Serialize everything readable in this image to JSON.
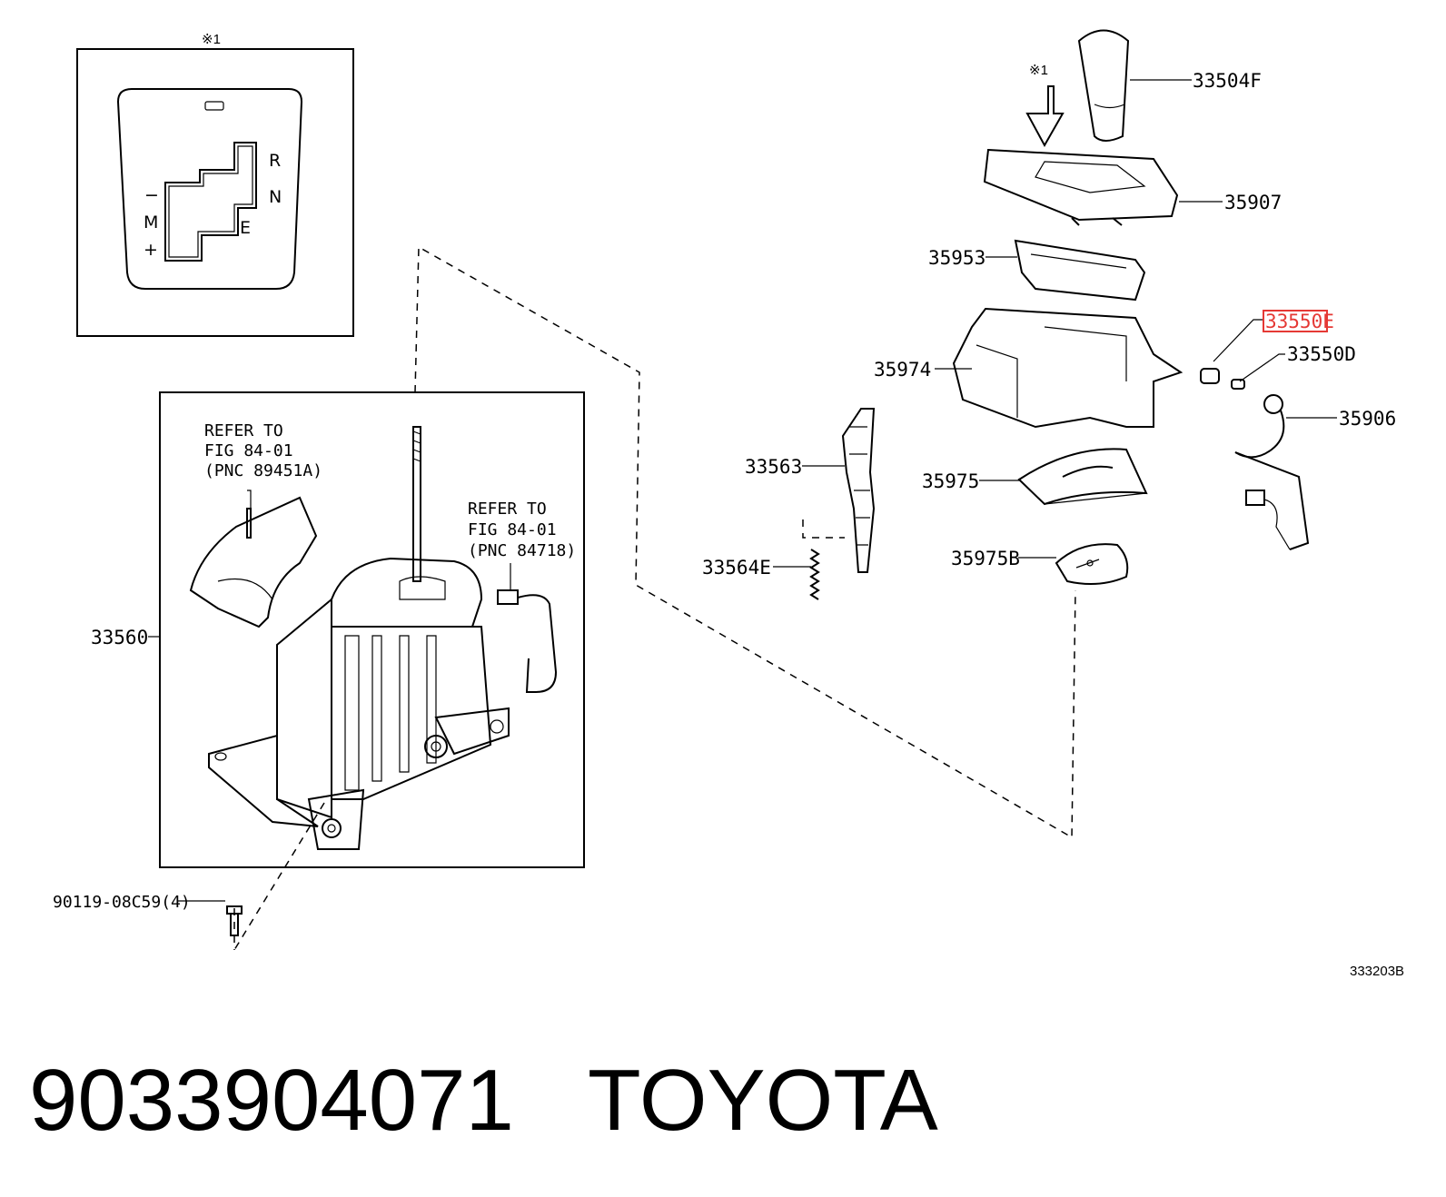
{
  "title": {
    "part_number": "9033904071",
    "brand": "TOYOTA"
  },
  "figure_code": "333203B",
  "reference_mark": "※1",
  "inset": {
    "mark": "※1",
    "gate_labels": [
      "R",
      "N",
      "E",
      "−",
      "M",
      "+"
    ]
  },
  "highlight": {
    "label": "33550E",
    "color": "#e53935"
  },
  "callouts": [
    {
      "id": "33504F",
      "label": "33504F"
    },
    {
      "id": "35907",
      "label": "35907"
    },
    {
      "id": "35953",
      "label": "35953"
    },
    {
      "id": "33550E",
      "label": "33550E"
    },
    {
      "id": "33550D",
      "label": "33550D"
    },
    {
      "id": "35974",
      "label": "35974"
    },
    {
      "id": "35906",
      "label": "35906"
    },
    {
      "id": "33563",
      "label": "33563"
    },
    {
      "id": "35975",
      "label": "35975"
    },
    {
      "id": "33564E",
      "label": "33564E"
    },
    {
      "id": "35975B",
      "label": "35975B"
    },
    {
      "id": "33560",
      "label": "33560"
    },
    {
      "id": "90119",
      "label": "90119-08C59(4)"
    }
  ],
  "notes": [
    {
      "lines": [
        "REFER TO",
        "FIG 84-01",
        "(PNC 89451A)"
      ]
    },
    {
      "lines": [
        "REFER TO",
        "FIG 84-01",
        "(PNC 84718)"
      ]
    }
  ]
}
